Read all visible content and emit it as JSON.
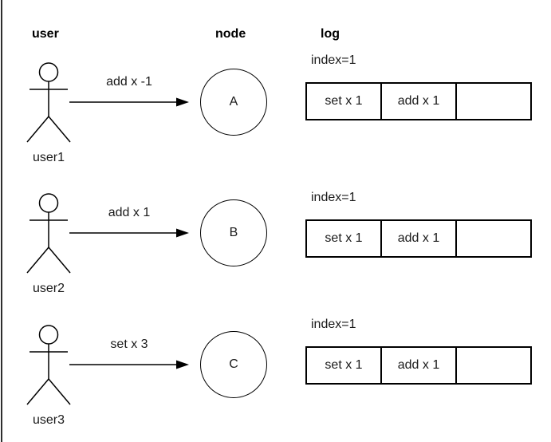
{
  "headers": {
    "user": "user",
    "node": "node",
    "log": "log"
  },
  "rows": [
    {
      "user": "user1",
      "message": "add x -1",
      "node": "A",
      "index_label": "index=1",
      "cells": [
        "set x 1",
        "add x 1",
        ""
      ]
    },
    {
      "user": "user2",
      "message": "add x 1",
      "node": "B",
      "index_label": "index=1",
      "cells": [
        "set x 1",
        "add x 1",
        ""
      ]
    },
    {
      "user": "user3",
      "message": "set x 3",
      "node": "C",
      "index_label": "index=1",
      "cells": [
        "set x 1",
        "add x 1",
        ""
      ]
    }
  ],
  "colors": {
    "stroke": "#000000",
    "text": "#1a1a1a",
    "background": "#ffffff"
  }
}
